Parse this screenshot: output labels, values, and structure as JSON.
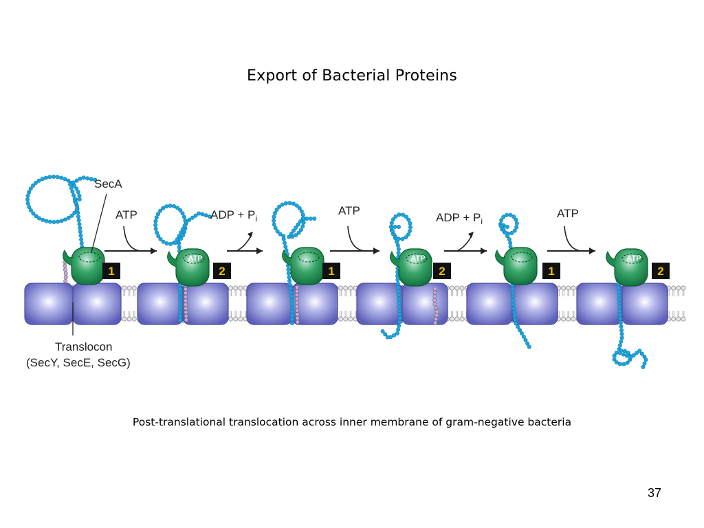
{
  "slide": {
    "title": "Export of Bacterial Proteins",
    "caption": "Post-translational translocation across inner membrane of gram-negative bacteria",
    "page_number": "37"
  },
  "diagram": {
    "labels": {
      "seca": "SecA",
      "translocon_line1": "Translocon",
      "translocon_line2": "(SecY, SecE, SecG)",
      "atp": "ATP",
      "adp": "ADP + P",
      "adp_sub": "i"
    },
    "step_badges": [
      "1",
      "2",
      "1",
      "2",
      "1",
      "2"
    ],
    "arrow_labels": [
      "ATP",
      "ADP + P",
      "ATP",
      "ADP + P",
      "ATP"
    ],
    "colors": {
      "membrane": "#c9c9c9",
      "translocon": "#6c6fc3",
      "seca": "#1c8a4f",
      "protein": "#1ea4dc",
      "signal_sequence": "#f29bb4",
      "badge_bg": "#111111",
      "badge_text": "#f2c000"
    }
  }
}
